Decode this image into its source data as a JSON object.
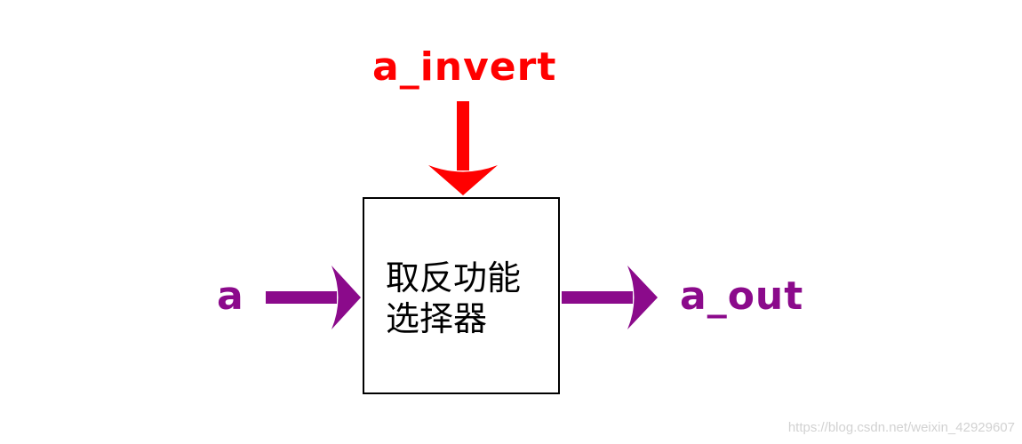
{
  "diagram": {
    "inputs": {
      "control": {
        "label": "a_invert",
        "color": "#ff0000"
      },
      "data": {
        "label": "a",
        "color": "#8b0a8b"
      }
    },
    "output": {
      "label": "a_out",
      "color": "#8b0a8b"
    },
    "block": {
      "line1": "取反功能",
      "line2": "选择器"
    },
    "watermark": "https://blog.csdn.net/weixin_42929607"
  }
}
